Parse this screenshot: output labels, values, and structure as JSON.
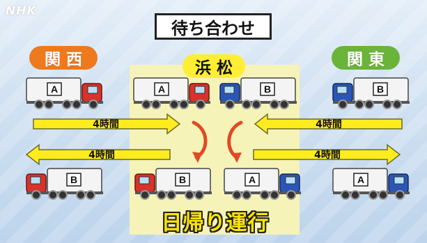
{
  "logo": "NHK",
  "title": "待ち合わせ",
  "places": {
    "left": "関西",
    "center": "浜松",
    "right": "関東"
  },
  "durations": {
    "a": "4時間",
    "b": "4時間",
    "c": "4時間",
    "d": "4時間"
  },
  "trucks": {
    "kansai_top": "A",
    "hub_top_left": "A",
    "hub_top_right": "B",
    "kanto_top": "B",
    "kansai_bottom": "B",
    "hub_bottom_left": "B",
    "hub_bottom_right": "A",
    "kanto_bottom": "A"
  },
  "bottom_title": "日帰り運行",
  "colors": {
    "kansai": "#ee7a1e",
    "kanto": "#6ab43a",
    "hub": "#ffee33",
    "panel": "#f6f3b9",
    "arrow": "#ffec1f",
    "red_truck": "#d8322b",
    "blue_truck": "#2a56b8",
    "swap_arrow": "#e04a24"
  }
}
